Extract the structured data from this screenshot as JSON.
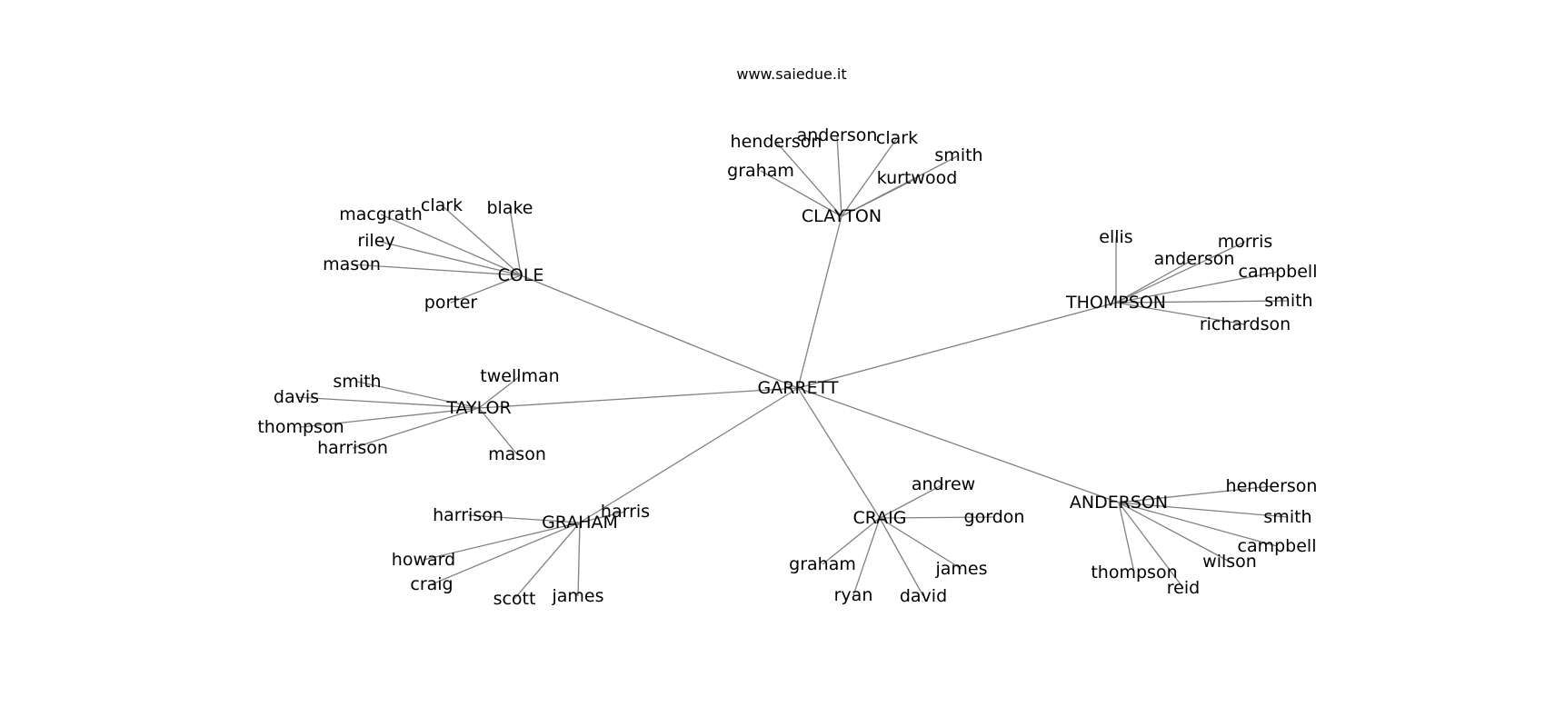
{
  "credit": "www.saiedue.it",
  "colors": {
    "edge": "#808080",
    "text": "#000000",
    "background": "#ffffff"
  },
  "tree": {
    "root": "GARRETT",
    "branches": [
      {
        "name": "CLAYTON",
        "children": [
          "henderson",
          "anderson",
          "clark",
          "smith",
          "graham",
          "kurtwood"
        ]
      },
      {
        "name": "COLE",
        "children": [
          "macgrath",
          "clark",
          "blake",
          "riley",
          "mason",
          "porter"
        ]
      },
      {
        "name": "THOMPSON",
        "children": [
          "ellis",
          "morris",
          "anderson",
          "campbell",
          "smith",
          "richardson"
        ]
      },
      {
        "name": "TAYLOR",
        "children": [
          "smith",
          "twellman",
          "davis",
          "thompson",
          "harrison",
          "mason"
        ]
      },
      {
        "name": "GRAHAM",
        "children": [
          "harris",
          "harrison",
          "howard",
          "craig",
          "scott",
          "james"
        ]
      },
      {
        "name": "CRAIG",
        "children": [
          "andrew",
          "gordon",
          "graham",
          "james",
          "ryan",
          "david"
        ]
      },
      {
        "name": "ANDERSON",
        "children": [
          "henderson",
          "smith",
          "campbell",
          "wilson",
          "thompson",
          "reid"
        ]
      }
    ]
  }
}
